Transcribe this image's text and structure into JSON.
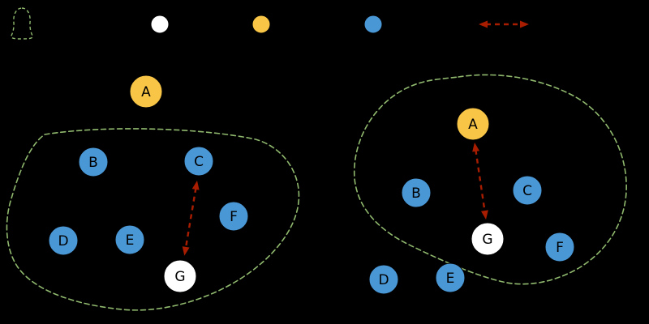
{
  "colors": {
    "background": "#000000",
    "blue_point": "#4a97d6",
    "yellow_point": "#f8c546",
    "white_point": "#ffffff",
    "cluster_outline": "#90b96e",
    "arrow": "#a81d00",
    "label": "#000000"
  },
  "legend": {
    "items": [
      {
        "name": "cluster-outline-sample"
      },
      {
        "name": "white-point-sample"
      },
      {
        "name": "yellow-point-sample"
      },
      {
        "name": "blue-point-sample"
      },
      {
        "name": "distance-arrow-sample"
      }
    ]
  },
  "left_diagram": {
    "nodes": [
      {
        "label": "A"
      },
      {
        "label": "B"
      },
      {
        "label": "C"
      },
      {
        "label": "D"
      },
      {
        "label": "E"
      },
      {
        "label": "F"
      },
      {
        "label": "G"
      }
    ]
  },
  "right_diagram": {
    "nodes": [
      {
        "label": "A"
      },
      {
        "label": "B"
      },
      {
        "label": "C"
      },
      {
        "label": "D"
      },
      {
        "label": "E"
      },
      {
        "label": "F"
      },
      {
        "label": "G"
      }
    ]
  }
}
